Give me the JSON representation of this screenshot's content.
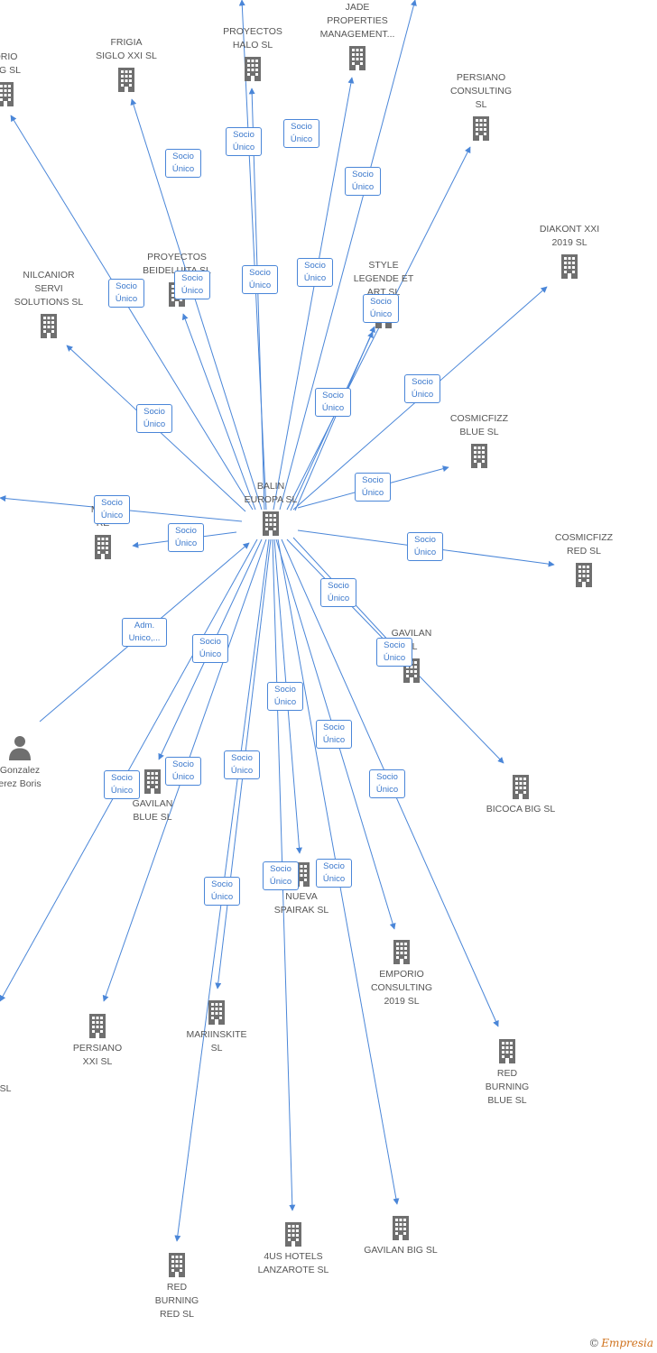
{
  "colors": {
    "edge": "#4a86d8",
    "node_icon": "#6f6f6f",
    "label": "#555555"
  },
  "nodes": [
    {
      "id": "balin",
      "label": "BALIN\nEUROPA  SL",
      "icon": "building-icon"
    },
    {
      "id": "frigia",
      "label": "FRIGIA\nSIGLO XXI  SL",
      "icon": "building-icon"
    },
    {
      "id": "halo",
      "label": "PROYECTOS\nHALO  SL",
      "icon": "building-icon"
    },
    {
      "id": "jade",
      "label": "JADE\nPROPERTIES\nMANAGEMENT...",
      "icon": "building-icon"
    },
    {
      "id": "persiano_cons",
      "label": "PERSIANO\nCONSULTING\nSL",
      "icon": "building-icon"
    },
    {
      "id": "emporio_big",
      "label": "ORIO\nBIG  SL",
      "icon": "building-icon"
    },
    {
      "id": "diakont",
      "label": "DIAKONT XXI\n2019  SL",
      "icon": "building-icon"
    },
    {
      "id": "nilcanior",
      "label": "NILCANIOR\nSERVI\nSOLUTIONS  SL",
      "icon": "building-icon"
    },
    {
      "id": "beideluita",
      "label": "PROYECTOS\nBEIDELUITA  SL",
      "icon": "building-icon"
    },
    {
      "id": "style",
      "label": "STYLE\nLEGENDE ET\nART  SL",
      "icon": "building-icon"
    },
    {
      "id": "cosmic_blue",
      "label": "COSMICFIZZ\nBLUE  SL",
      "icon": "building-icon"
    },
    {
      "id": "mari",
      "label": "MARI\nRE",
      "icon": "building-icon"
    },
    {
      "id": "cosmic_red",
      "label": "COSMICFIZZ\nRED  SL",
      "icon": "building-icon"
    },
    {
      "id": "gavilan",
      "label": "GAVILAN\nSL",
      "icon": "building-icon"
    },
    {
      "id": "person",
      "label": "Gonzalez\nerez Boris",
      "icon": "person-icon"
    },
    {
      "id": "bicoca",
      "label": "BICOCA BIG  SL",
      "icon": "building-icon"
    },
    {
      "id": "gavilan_blue",
      "label": "GAVILAN\nBLUE  SL",
      "icon": "building-icon"
    },
    {
      "id": "nueva",
      "label": "NUEVA\nSPAIRAK  SL",
      "icon": "building-icon"
    },
    {
      "id": "emporio_cons",
      "label": "EMPORIO\nCONSULTING\n2019  SL",
      "icon": "building-icon"
    },
    {
      "id": "persiano_xxi",
      "label": "PERSIANO\nXXI  SL",
      "icon": "building-icon"
    },
    {
      "id": "mariinskite",
      "label": "MARIINSKITE\nSL",
      "icon": "building-icon"
    },
    {
      "id": "red_blue",
      "label": "RED\nBURNING\nBLUE  SL",
      "icon": "building-icon"
    },
    {
      "id": "left_sl",
      "label": "SL",
      "icon": ""
    },
    {
      "id": "hotels",
      "label": "4US HOTELS\nLANZAROTE  SL",
      "icon": "building-icon"
    },
    {
      "id": "gavilan_big",
      "label": "GAVILAN BIG  SL",
      "icon": "building-icon"
    },
    {
      "id": "red_red",
      "label": "RED\nBURNING\nRED  SL",
      "icon": "building-icon"
    }
  ],
  "edges": [
    {
      "to": "frigia",
      "label": "Socio\nÚnico"
    },
    {
      "to": "halo",
      "label": "Socio\nÚnico"
    },
    {
      "to": "jade",
      "label": "Socio\nÚnico"
    },
    {
      "to": "persiano_cons",
      "label": "Socio\nÚnico"
    },
    {
      "to": "emporio_big",
      "label": "Socio\nÚnico"
    },
    {
      "to": "diakont",
      "label": "Socio\nÚnico"
    },
    {
      "to": "nilcanior",
      "label": "Socio\nÚnico"
    },
    {
      "to": "beideluita",
      "label": "Socio\nÚnico"
    },
    {
      "to": "style",
      "label": "Socio\nÚnico"
    },
    {
      "to": "style",
      "label": "Socio\nÚnico"
    },
    {
      "to": "top_offscreen_1",
      "label": "Socio\nÚnico"
    },
    {
      "to": "top_offscreen_2",
      "label": "Socio\nÚnico"
    },
    {
      "to": "cosmic_blue",
      "label": "Socio\nÚnico"
    },
    {
      "to": "mari",
      "label": "Socio\nÚnico"
    },
    {
      "to": "mari",
      "label": "Socio\nÚnico"
    },
    {
      "to": "cosmic_red",
      "label": "Socio\nÚnico"
    },
    {
      "to": "gavilan",
      "label": "Socio\nÚnico"
    },
    {
      "to": "bicoca",
      "label": "Socio\nÚnico"
    },
    {
      "from": "person",
      "label": "Adm.\nUnico,..."
    },
    {
      "to": "gavilan_blue",
      "label": "Socio\nÚnico"
    },
    {
      "to": "left_sl",
      "label": "Socio\nÚnico"
    },
    {
      "to": "persiano_xxi",
      "label": "Socio\nÚnico"
    },
    {
      "to": "mariinskite",
      "label": "Socio\nÚnico"
    },
    {
      "to": "nueva",
      "label": "Socio\nÚnico"
    },
    {
      "to": "hotels",
      "label": "Socio\nÚnico"
    },
    {
      "to": "emporio_cons",
      "label": "Socio\nÚnico"
    },
    {
      "to": "gavilan_big",
      "label": "Socio\nÚnico"
    },
    {
      "to": "red_blue",
      "label": "Socio\nÚnico"
    },
    {
      "to": "red_red",
      "label": "Socio\nÚnico"
    }
  ],
  "footer": {
    "copyright": "©",
    "brand": "Empresia"
  }
}
